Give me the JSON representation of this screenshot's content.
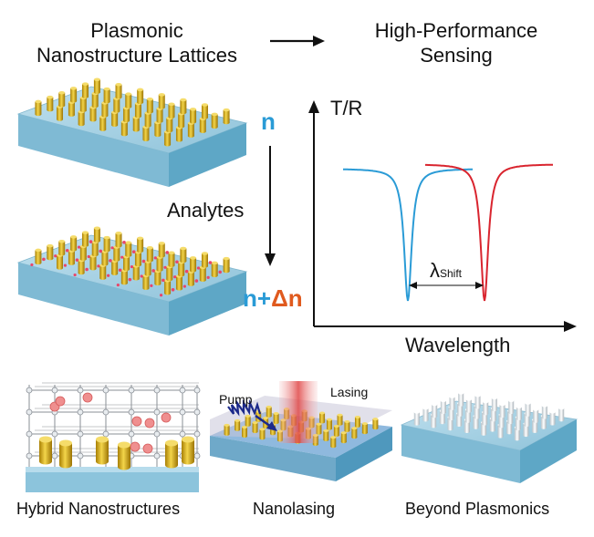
{
  "header": {
    "left_title_line1": "Plasmonic",
    "left_title_line2": "Nanostructure Lattices",
    "right_title_line1": "High-Performance",
    "right_title_line2": "Sensing"
  },
  "middle": {
    "index_n": "n",
    "analytes": "Analytes",
    "index_n_plus": "n+",
    "index_delta_n": "Δn"
  },
  "chart": {
    "ylabel": "T/R",
    "xlabel": "Wavelength",
    "shift_lambda": "λ",
    "shift_sub": "Shift"
  },
  "bottom": {
    "hybrid": "Hybrid Nanostructures",
    "nanolasing": "Nanolasing",
    "beyond": "Beyond Plasmonics",
    "pump": "Pump",
    "lasing": "Lasing"
  },
  "colors": {
    "blue": "#2a9bd6",
    "red": "#d9252f",
    "orange": "#e05a1e",
    "gold": "#d9b21a",
    "slab_top": "#a9d3e6",
    "slab_side": "#6fb3cf"
  }
}
